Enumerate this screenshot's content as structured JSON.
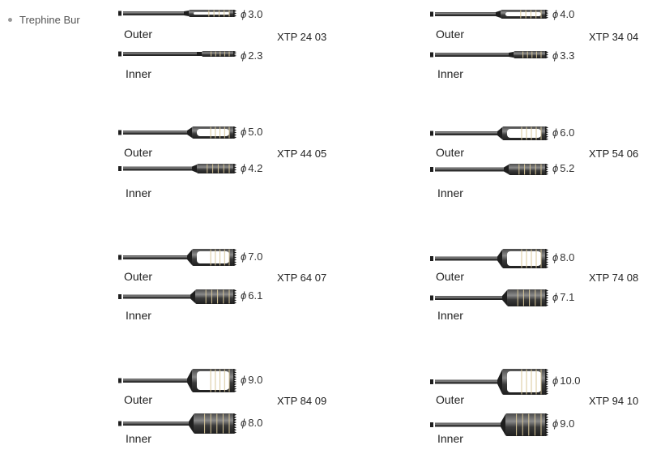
{
  "section": {
    "title": "Trephine Bur"
  },
  "colors": {
    "metal_dark": "#1e1e1e",
    "metal_light": "#8a8a8a",
    "band": "#d8c79a"
  },
  "products": [
    {
      "code": "XTP 24 03",
      "outer": {
        "label": "Outer",
        "diameter": "3.0"
      },
      "inner": {
        "label": "Inner",
        "diameter": "2.3"
      }
    },
    {
      "code": "XTP 34 04",
      "outer": {
        "label": "Outer",
        "diameter": "4.0"
      },
      "inner": {
        "label": "Inner",
        "diameter": "3.3"
      }
    },
    {
      "code": "XTP 44 05",
      "outer": {
        "label": "Outer",
        "diameter": "5.0"
      },
      "inner": {
        "label": "Inner",
        "diameter": "4.2"
      }
    },
    {
      "code": "XTP 54 06",
      "outer": {
        "label": "Outer",
        "diameter": "6.0"
      },
      "inner": {
        "label": "Inner",
        "diameter": "5.2"
      }
    },
    {
      "code": "XTP 64 07",
      "outer": {
        "label": "Outer",
        "diameter": "7.0"
      },
      "inner": {
        "label": "Inner",
        "diameter": "6.1"
      }
    },
    {
      "code": "XTP 74 08",
      "outer": {
        "label": "Outer",
        "diameter": "8.0"
      },
      "inner": {
        "label": "Inner",
        "diameter": "7.1"
      }
    },
    {
      "code": "XTP 84 09",
      "outer": {
        "label": "Outer",
        "diameter": "9.0"
      },
      "inner": {
        "label": "Inner",
        "diameter": "8.0"
      }
    },
    {
      "code": "XTP 94 10",
      "outer": {
        "label": "Outer",
        "diameter": "10.0"
      },
      "inner": {
        "label": "Inner",
        "diameter": "9.0"
      }
    }
  ]
}
